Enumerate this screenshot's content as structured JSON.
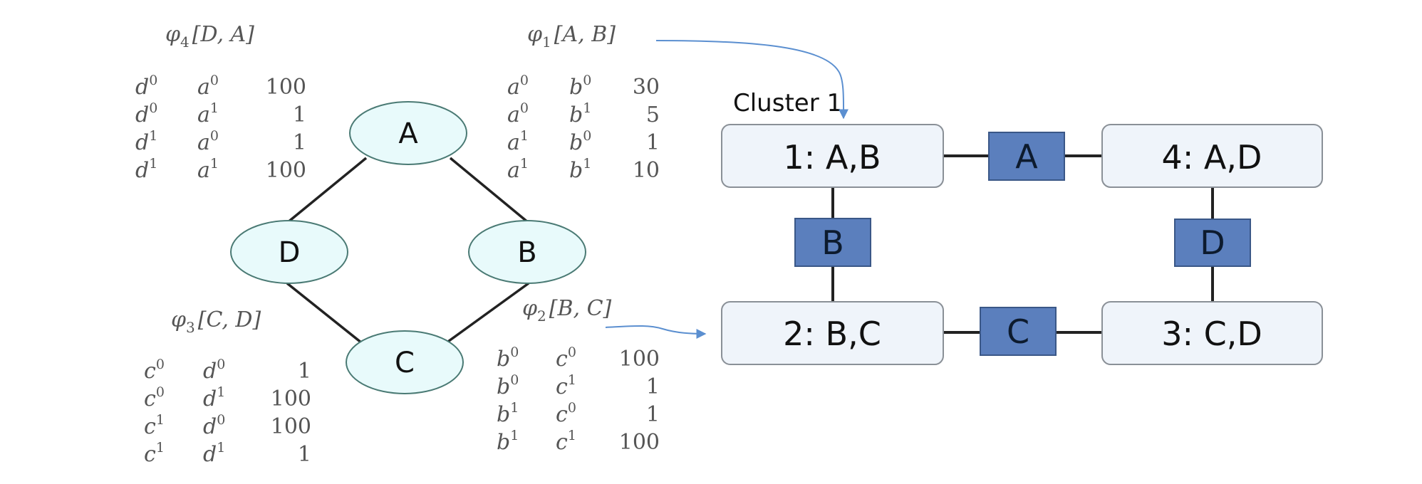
{
  "markov_network": {
    "nodes": [
      "A",
      "B",
      "C",
      "D"
    ],
    "edges": [
      [
        "A",
        "B"
      ],
      [
        "B",
        "C"
      ],
      [
        "C",
        "D"
      ],
      [
        "D",
        "A"
      ]
    ]
  },
  "factors": [
    {
      "id": "phi4",
      "symbol": "φ",
      "index": "4",
      "scope": "[D, A]",
      "rows": [
        {
          "v1": "d",
          "s1": "0",
          "v2": "a",
          "s2": "0",
          "value": "100"
        },
        {
          "v1": "d",
          "s1": "0",
          "v2": "a",
          "s2": "1",
          "value": "1"
        },
        {
          "v1": "d",
          "s1": "1",
          "v2": "a",
          "s2": "0",
          "value": "1"
        },
        {
          "v1": "d",
          "s1": "1",
          "v2": "a",
          "s2": "1",
          "value": "100"
        }
      ]
    },
    {
      "id": "phi1",
      "symbol": "φ",
      "index": "1",
      "scope": "[A, B]",
      "rows": [
        {
          "v1": "a",
          "s1": "0",
          "v2": "b",
          "s2": "0",
          "value": "30"
        },
        {
          "v1": "a",
          "s1": "0",
          "v2": "b",
          "s2": "1",
          "value": "5"
        },
        {
          "v1": "a",
          "s1": "1",
          "v2": "b",
          "s2": "0",
          "value": "1"
        },
        {
          "v1": "a",
          "s1": "1",
          "v2": "b",
          "s2": "1",
          "value": "10"
        }
      ]
    },
    {
      "id": "phi3",
      "symbol": "φ",
      "index": "3",
      "scope": "[C, D]",
      "rows": [
        {
          "v1": "c",
          "s1": "0",
          "v2": "d",
          "s2": "0",
          "value": "1"
        },
        {
          "v1": "c",
          "s1": "0",
          "v2": "d",
          "s2": "1",
          "value": "100"
        },
        {
          "v1": "c",
          "s1": "1",
          "v2": "d",
          "s2": "0",
          "value": "100"
        },
        {
          "v1": "c",
          "s1": "1",
          "v2": "d",
          "s2": "1",
          "value": "1"
        }
      ]
    },
    {
      "id": "phi2",
      "symbol": "φ",
      "index": "2",
      "scope": "[B, C]",
      "rows": [
        {
          "v1": "b",
          "s1": "0",
          "v2": "c",
          "s2": "0",
          "value": "100"
        },
        {
          "v1": "b",
          "s1": "0",
          "v2": "c",
          "s2": "1",
          "value": "1"
        },
        {
          "v1": "b",
          "s1": "1",
          "v2": "c",
          "s2": "0",
          "value": "1"
        },
        {
          "v1": "b",
          "s1": "1",
          "v2": "c",
          "s2": "1",
          "value": "100"
        }
      ]
    }
  ],
  "cluster_graph": {
    "clusters": [
      "1: A,B",
      "4: A,D",
      "2: B,C",
      "3: C,D"
    ],
    "sepsets": [
      "A",
      "B",
      "D",
      "C"
    ],
    "annotation": "Cluster 1"
  },
  "colors": {
    "node_fill": "#e8fafb",
    "node_stroke": "#4a7a74",
    "cluster_fill": "#eff4fa",
    "cluster_stroke": "#8a9097",
    "sepset_fill": "#5b7fbd",
    "sepset_stroke": "#3a5787",
    "arrow": "#5b8fd0",
    "edge": "#222222"
  }
}
